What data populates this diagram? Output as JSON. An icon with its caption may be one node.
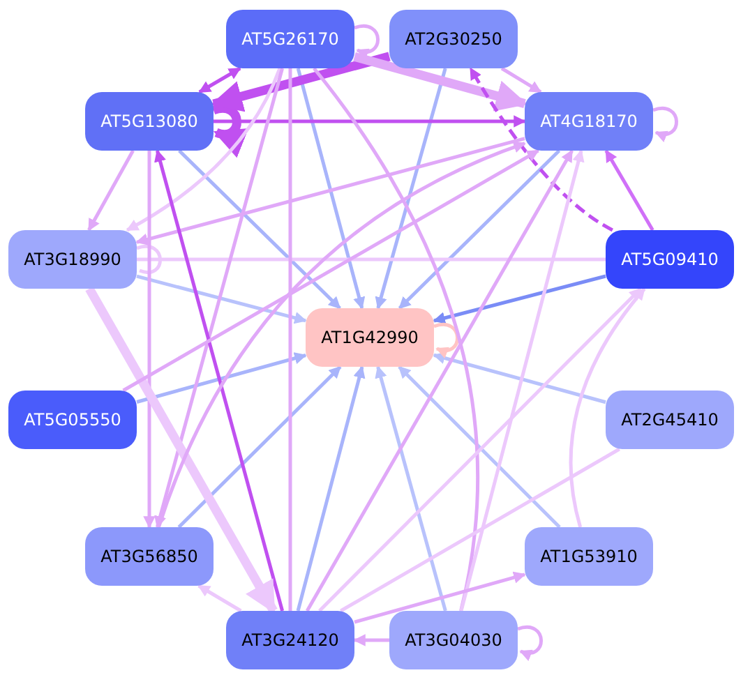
{
  "diagram": {
    "nodes": [
      {
        "text": [
          "AT5G26170"
        ]
      },
      {
        "text": [
          "AT2G30250"
        ]
      },
      {
        "text": [
          "AT5G13080"
        ]
      },
      {
        "text": [
          "AT4G18170"
        ]
      },
      {
        "text": [
          "AT3G18990"
        ]
      },
      {
        "text": [
          "AT5G09410"
        ]
      },
      {
        "text": [
          "AT1G42990"
        ]
      },
      {
        "text": [
          "AT5G05550"
        ]
      },
      {
        "text": [
          "AT2G45410"
        ]
      },
      {
        "text": [
          "AT3G56850"
        ]
      },
      {
        "text": [
          "AT1G53910"
        ]
      },
      {
        "text": [
          "AT3G24120"
        ]
      },
      {
        "text": [
          "AT3G04030"
        ]
      }
    ],
    "edges": [
      {
        "from": 0,
        "to": 6,
        "arrow": "to",
        "color": "#a8b4fb"
      },
      {
        "from": 1,
        "to": 6,
        "arrow": "to",
        "color": "#a8b4fb"
      },
      {
        "from": 2,
        "to": 6,
        "arrow": "to",
        "color": "#a8b4fb"
      },
      {
        "from": 3,
        "to": 6,
        "arrow": "to",
        "color": "#a8b4fb"
      },
      {
        "from": 4,
        "to": 6,
        "arrow": "to",
        "color": "#b8c2fc"
      },
      {
        "from": 5,
        "to": 6,
        "arrow": "to",
        "color": "#7a8cf6"
      },
      {
        "from": 7,
        "to": 6,
        "arrow": "to",
        "color": "#a8b4fb"
      },
      {
        "from": 8,
        "to": 6,
        "arrow": "to",
        "color": "#b8c2fc"
      },
      {
        "from": 9,
        "to": 6,
        "arrow": "to",
        "color": "#a8b4fb"
      },
      {
        "from": 10,
        "to": 6,
        "arrow": "to",
        "color": "#b8c2fc"
      },
      {
        "from": 11,
        "to": 6,
        "arrow": "to",
        "color": "#a8b4fb"
      },
      {
        "from": 12,
        "to": 6,
        "arrow": "to",
        "color": "#b8c2fc"
      },
      {
        "from": 6,
        "to": 6,
        "arrow": "to",
        "color": "#ffc4c4"
      },
      {
        "from": 0,
        "to": 0,
        "arrow": "to"
      },
      {
        "from": 2,
        "to": 2,
        "arrow": "to",
        "color": "#c050f0",
        "style": "thick"
      },
      {
        "from": 3,
        "to": 3,
        "arrow": "to"
      },
      {
        "from": 4,
        "to": 4,
        "arrow": "none",
        "color": "#ecc8fc"
      },
      {
        "from": 12,
        "to": 12,
        "arrow": "to"
      },
      {
        "from": 0,
        "to": 2,
        "arrow": "both",
        "color": "#c050f0"
      },
      {
        "from": 1,
        "to": 2,
        "arrow": "to",
        "color": "#c050f0",
        "style": "thick"
      },
      {
        "from": 2,
        "to": 3,
        "arrow": "to",
        "color": "#c050f0"
      },
      {
        "from": 0,
        "to": 3,
        "arrow": "to",
        "style": "thick"
      },
      {
        "from": 1,
        "to": 3,
        "arrow": "to"
      },
      {
        "from": 5,
        "to": 1,
        "arrow": "to",
        "color": "#c050f0",
        "style": "dashed"
      },
      {
        "from": 5,
        "to": 3,
        "arrow": "to",
        "color": "#d070f8"
      },
      {
        "from": 2,
        "to": 4,
        "arrow": "to"
      },
      {
        "from": 3,
        "to": 4,
        "arrow": "to"
      },
      {
        "from": 5,
        "to": 4,
        "arrow": "none",
        "color": "#ecc8fc"
      },
      {
        "from": 0,
        "to": 4,
        "arrow": "to",
        "color": "#ecc8fc"
      },
      {
        "from": 2,
        "to": 9,
        "arrow": "to"
      },
      {
        "from": 0,
        "to": 9,
        "arrow": "to"
      },
      {
        "from": 11,
        "to": 2,
        "arrow": "to",
        "color": "#c050f0"
      },
      {
        "from": 0,
        "to": 11,
        "arrow": "none"
      },
      {
        "from": 0,
        "to": 12,
        "arrow": "none"
      },
      {
        "from": 4,
        "to": 11,
        "arrow": "to",
        "color": "#ecc8fc",
        "style": "thick"
      },
      {
        "from": 9,
        "to": 3,
        "arrow": "to"
      },
      {
        "from": 7,
        "to": 3,
        "arrow": "to"
      },
      {
        "from": 11,
        "to": 3,
        "arrow": "to"
      },
      {
        "from": 12,
        "to": 3,
        "arrow": "to",
        "color": "#ecc8fc"
      },
      {
        "from": 11,
        "to": 9,
        "arrow": "to",
        "color": "#ecc8fc"
      },
      {
        "from": 11,
        "to": 10,
        "arrow": "to"
      },
      {
        "from": 12,
        "to": 11,
        "arrow": "to"
      },
      {
        "from": 10,
        "to": 5,
        "arrow": "to",
        "color": "#ecc8fc"
      },
      {
        "from": 11,
        "to": 5,
        "arrow": "to",
        "color": "#ecc8fc"
      },
      {
        "from": 8,
        "to": 11,
        "arrow": "none",
        "color": "#ecc8fc"
      }
    ]
  }
}
